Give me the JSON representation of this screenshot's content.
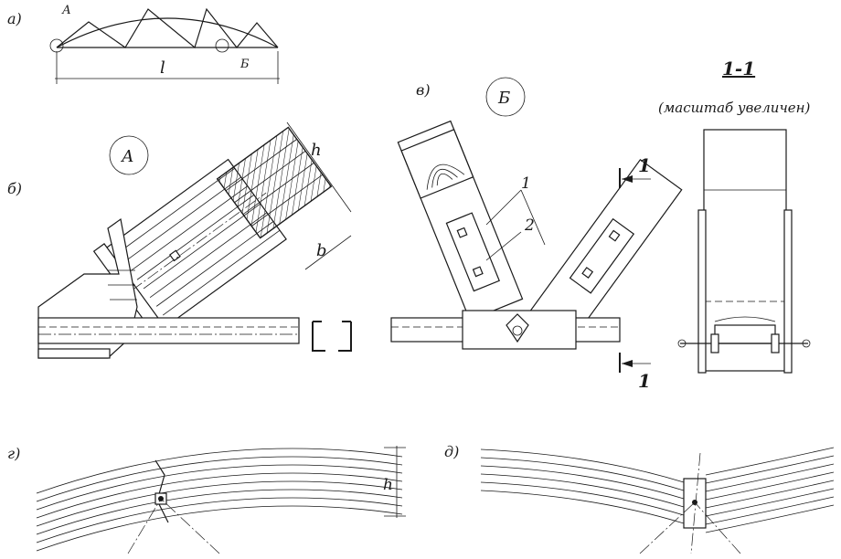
{
  "panels": {
    "a": "а)",
    "b": "б)",
    "v": "в)",
    "g": "г)",
    "d": "д)"
  },
  "truss": {
    "node_a": "А",
    "node_b": "Б",
    "span": "l"
  },
  "callouts": {
    "a": "А",
    "b": "Б"
  },
  "dimensions": {
    "h": "h",
    "b": "b",
    "h_curved": "h"
  },
  "positions": {
    "p1": "1",
    "p2": "2"
  },
  "section": {
    "title": "1-1",
    "subtitle": "(масштаб увеличен)",
    "mark_top": "1",
    "mark_bottom": "1"
  }
}
